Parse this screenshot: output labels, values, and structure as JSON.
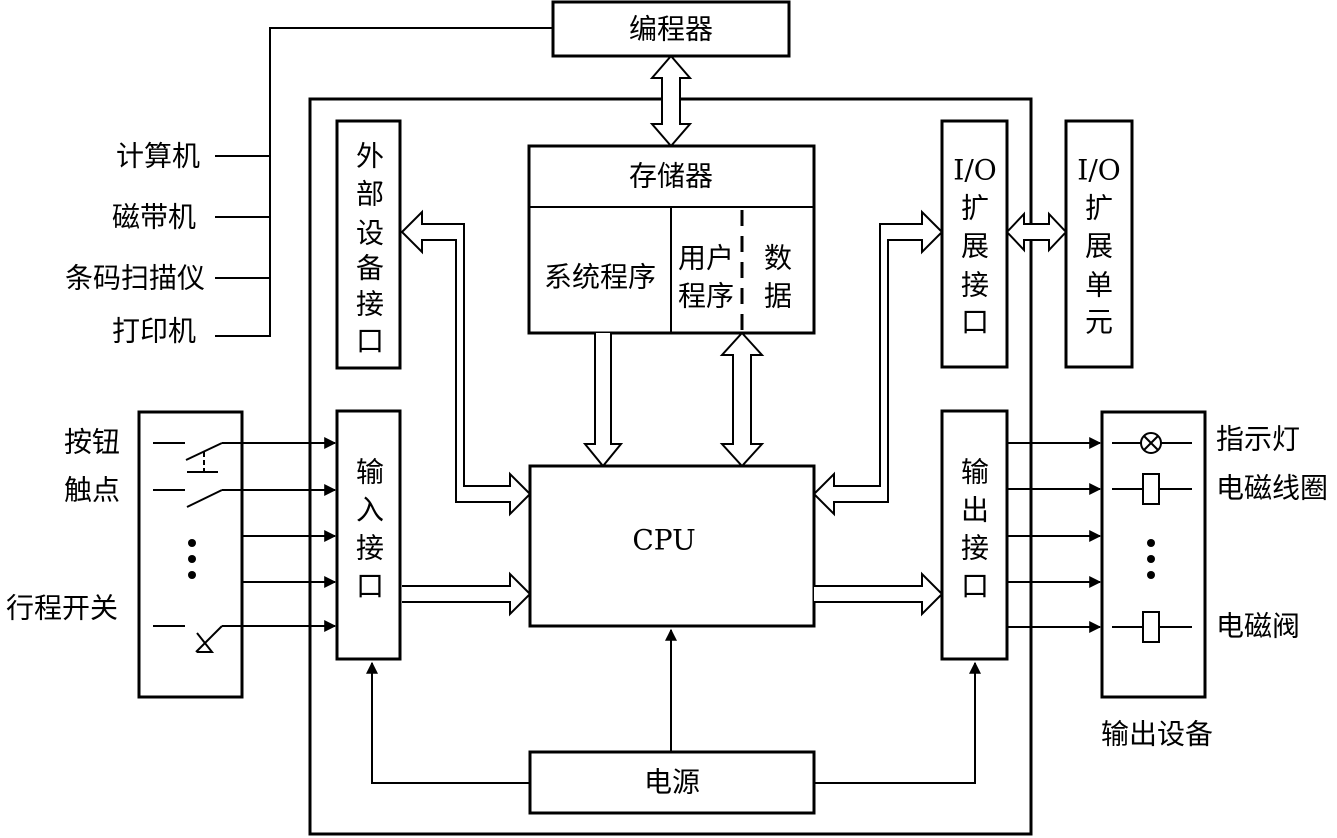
{
  "blocks": {
    "programmer": "编程器",
    "memory": "存储器",
    "system_program": "系统程序",
    "user_program": [
      "用户",
      "程序"
    ],
    "data": [
      "数",
      "据"
    ],
    "external_interface": [
      "外",
      "部",
      "设",
      "备",
      "接",
      "口"
    ],
    "io_expansion_interface": [
      "I/O",
      "扩",
      "展",
      "接",
      "口"
    ],
    "io_expansion_unit": [
      "I/O",
      "扩",
      "展",
      "单",
      "元"
    ],
    "input_interface": [
      "输",
      "入",
      "接",
      "口"
    ],
    "output_interface": [
      "输",
      "出",
      "接",
      "口"
    ],
    "cpu": "CPU",
    "power": "电源"
  },
  "peripherals": [
    "计算机",
    "磁带机",
    "条码扫描仪",
    "打印机"
  ],
  "inputs": {
    "button": "按钮",
    "contact": "触点",
    "limit_switch": "行程开关"
  },
  "outputs": {
    "indicator": "指示灯",
    "coil": "电磁线圈",
    "valve": "电磁阀",
    "group_label": "输出设备"
  }
}
